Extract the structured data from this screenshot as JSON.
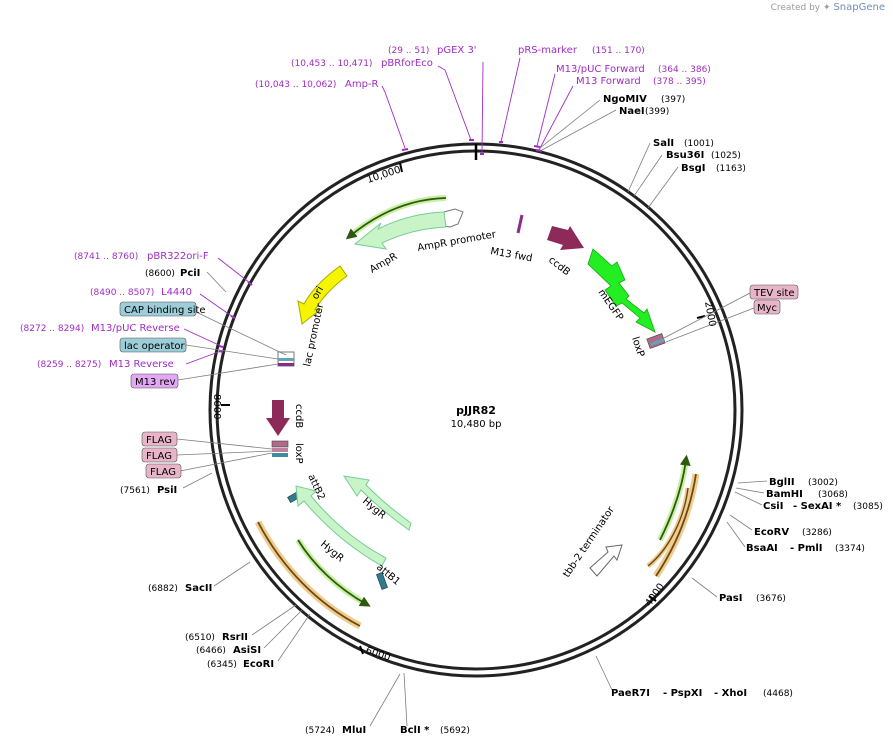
{
  "credit": {
    "prefix": "Created by",
    "brand": "SnapGene"
  },
  "plasmid": {
    "name": "pJJR82",
    "size": "10,480 bp"
  },
  "ticks": [
    {
      "label": "2000",
      "pos": 2000
    },
    {
      "label": "4000",
      "pos": 4000
    },
    {
      "label": "6000",
      "pos": 6000
    },
    {
      "label": "8000",
      "pos": 8000
    },
    {
      "label": "10,000",
      "pos": 10000
    }
  ],
  "sites": [
    {
      "name": "NgoMIV",
      "coord": "(397)"
    },
    {
      "name": "NaeI",
      "coord": "(399)"
    },
    {
      "name": "SalI",
      "coord": "(1001)"
    },
    {
      "name": "Bsu36I",
      "coord": "(1025)"
    },
    {
      "name": "BsgI",
      "coord": "(1163)"
    },
    {
      "name": "BglII",
      "coord": "(3002)"
    },
    {
      "name": "BamHI",
      "coord": "(3068)"
    },
    {
      "name": "CsiI",
      "coord": ""
    },
    {
      "name": "- SexAI *",
      "coord": "(3085)"
    },
    {
      "name": "EcoRV",
      "coord": "(3286)"
    },
    {
      "name": "BsaAI",
      "coord": ""
    },
    {
      "name": "- PmlI",
      "coord": "(3374)"
    },
    {
      "name": "PasI",
      "coord": "(3676)"
    },
    {
      "name": "PaeR7I",
      "coord": ""
    },
    {
      "name": "- PspXI",
      "coord": ""
    },
    {
      "name": "- XhoI",
      "coord": "(4468)"
    },
    {
      "name": "BclI *",
      "coord": "(5692)"
    },
    {
      "name": "MluI",
      "coord": "(5724)"
    },
    {
      "name": "EcoRI",
      "coord": "(6345)"
    },
    {
      "name": "AsiSI",
      "coord": "(6466)"
    },
    {
      "name": "RsrII",
      "coord": "(6510)"
    },
    {
      "name": "SacII",
      "coord": "(6882)"
    },
    {
      "name": "PsiI",
      "coord": "(7561)"
    },
    {
      "name": "PciI",
      "coord": "(8600)"
    }
  ],
  "primers": [
    {
      "name": "pGEX 3'",
      "coord": "(29 .. 51)"
    },
    {
      "name": "pRS-marker",
      "coord": "(151 .. 170)"
    },
    {
      "name": "pBRforEco",
      "coord": "(10,453 .. 10,471)"
    },
    {
      "name": "Amp-R",
      "coord": "(10,043 .. 10,062)"
    },
    {
      "name": "M13/pUC Forward",
      "coord": "(364 .. 386)"
    },
    {
      "name": "M13 Forward",
      "coord": "(378 .. 395)"
    },
    {
      "name": "pBR322ori-F",
      "coord": "(8741 .. 8760)"
    },
    {
      "name": "L4440",
      "coord": "(8490 .. 8507)"
    },
    {
      "name": "M13/pUC Reverse",
      "coord": "(8272 .. 8294)"
    },
    {
      "name": "M13 Reverse",
      "coord": "(8259 .. 8275)"
    },
    {
      "name": "M13 fwd",
      "coord": ""
    }
  ],
  "tags": [
    {
      "name": "TEV site"
    },
    {
      "name": "Myc"
    },
    {
      "name": "CAP binding site"
    },
    {
      "name": "lac operator"
    },
    {
      "name": "M13 rev"
    },
    {
      "name": "FLAG"
    },
    {
      "name": "FLAG"
    },
    {
      "name": "FLAG"
    }
  ],
  "features": [
    {
      "name": "AmpR promoter"
    },
    {
      "name": "AmpR"
    },
    {
      "name": "ori"
    },
    {
      "name": "lac promoter"
    },
    {
      "name": "ccdB"
    },
    {
      "name": "mEGFP"
    },
    {
      "name": "loxP"
    },
    {
      "name": "ccdB"
    },
    {
      "name": "loxP"
    },
    {
      "name": "attB2"
    },
    {
      "name": "HygR"
    },
    {
      "name": "HygR"
    },
    {
      "name": "attB1"
    },
    {
      "name": "tbb-2 terminator"
    }
  ],
  "colors": {
    "backbone": "#222222",
    "primer": "#a02cc4",
    "ampr": "#c8f4c8",
    "ori": "#f5f500",
    "ccdb": "#8e2a5a",
    "megfp": "#22ee22",
    "tag_pink": "#e8b4c8",
    "tag_blue": "#9ccdd8",
    "tag_violet": "#e2a8f2",
    "orf_orange": "#e8a23a",
    "orf_green": "#5a9a28"
  }
}
